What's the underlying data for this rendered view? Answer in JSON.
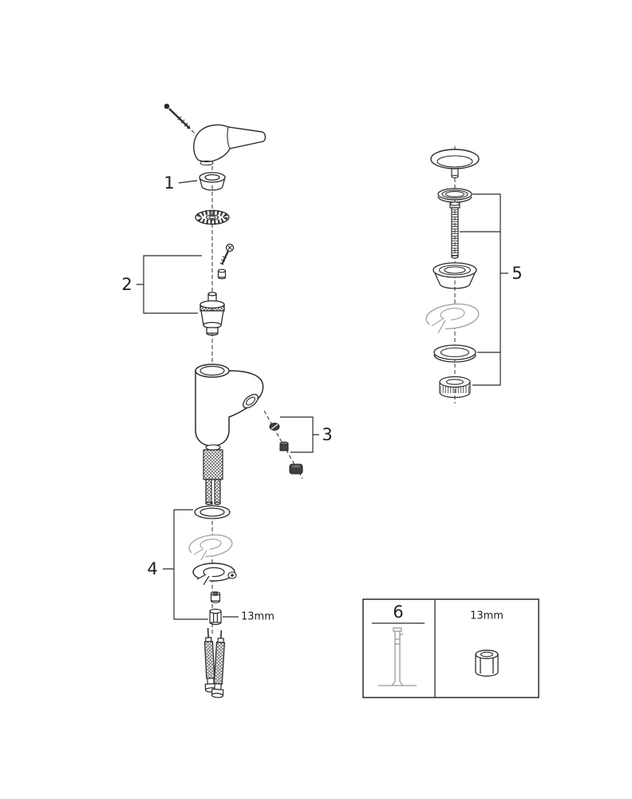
{
  "diagram": {
    "colors": {
      "line": "#2b2b2b",
      "gray_part": "#a8aaac",
      "background": "#ffffff"
    },
    "callouts": {
      "c1": "1",
      "c2": "2",
      "c3": "3",
      "c4": "4",
      "c5": "5",
      "c6": "6"
    },
    "labels": {
      "nut_size_inline": "13mm",
      "nut_size_box": "13mm"
    }
  }
}
